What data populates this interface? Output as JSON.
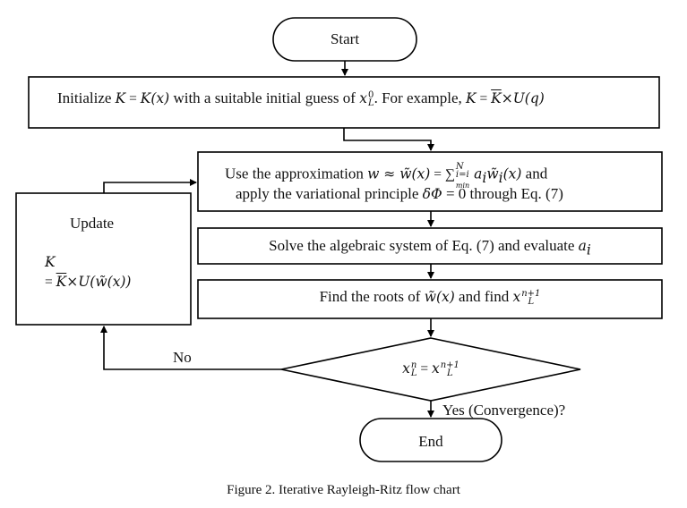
{
  "flowchart": {
    "start": {
      "label": "Start"
    },
    "init": {
      "prefix": "Initialize ",
      "eq1_lhs": "K",
      "eq1_eq": " = ",
      "eq1_rhs": "K(x)",
      "middle": " with a suitable initial guess of ",
      "x_var": "x",
      "x_sup": "0",
      "x_sub": "L",
      "example": ". For example, ",
      "eq2_lhs": "K",
      "eq2_eq": " = ",
      "eq2_kbar": "K",
      "eq2_rhs": "×U(q)"
    },
    "approx": {
      "line1_prefix": "Use the approximation ",
      "line1_math": "w ≈ w̃(x)",
      "line1_eq": " = ",
      "sum": "∑",
      "sum_sup": "N",
      "sum_sub": "i=i",
      "sum_sub2": "min",
      "term": " a",
      "term_sub": "i",
      "term2": "w̃",
      "term2_sub": "i",
      "term3": "(x)",
      "line1_suffix": " and",
      "line2_prefix": "apply the variational principle ",
      "line2_math": "δΦ",
      "line2_suffix": " = 0 through Eq. (7)"
    },
    "solve": {
      "text": "Solve the algebraic system of Eq. (7) and evaluate ",
      "var": "a",
      "var_sub": "i"
    },
    "roots": {
      "prefix": "Find the roots of ",
      "math": "w̃(x)",
      "middle": " and find ",
      "var": "x",
      "var_sup": "n+1",
      "var_sub": "L"
    },
    "update": {
      "title": "Update",
      "line1": "K",
      "line2_eq": "= ",
      "line2_kbar": "K",
      "line2_rest": "×U(w̃(x))"
    },
    "decision": {
      "lhs_var": "x",
      "lhs_sup": "n",
      "lhs_sub": "L",
      "eq": " = ",
      "rhs_var": "x",
      "rhs_sup": "n+1",
      "rhs_sub": "L"
    },
    "no_label": "No",
    "yes_label": "Yes (Convergence)?",
    "end": {
      "label": "End"
    }
  },
  "caption": "Figure 2.  Iterative Rayleigh-Ritz flow chart"
}
